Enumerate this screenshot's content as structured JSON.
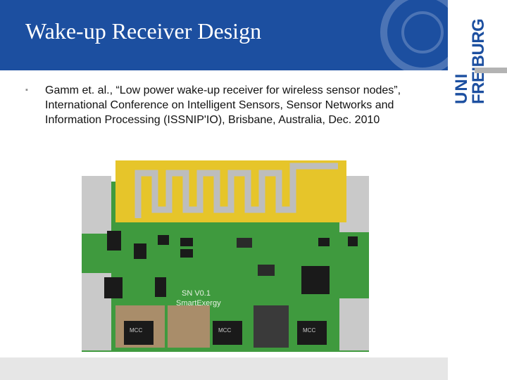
{
  "slide": {
    "title": "Wake-up Receiver Design",
    "bullets": [
      "Gamm et. al., “Low  power  wake-up receiver for wireless  sensor nodes”, International Conference  on  Intelligent  Sensors,  Sensor Networks  and  Information Processing  (ISSNIP'IO), Brisbane, Australia, Dec.  2010"
    ],
    "bullet_symbol": "▪"
  },
  "logo": {
    "line1": "UNI",
    "line2": "FREIBURG"
  },
  "board": {
    "silkscreen_line1": "SN V0.1",
    "silkscreen_line2": "SmartExergy",
    "inductor_labels": [
      "MCC",
      "MCC",
      "MCC"
    ]
  },
  "colors": {
    "brand_blue": "#1c4fa0",
    "pcb_green": "#3f9a3e",
    "antenna_yellow": "#e6c52a"
  }
}
